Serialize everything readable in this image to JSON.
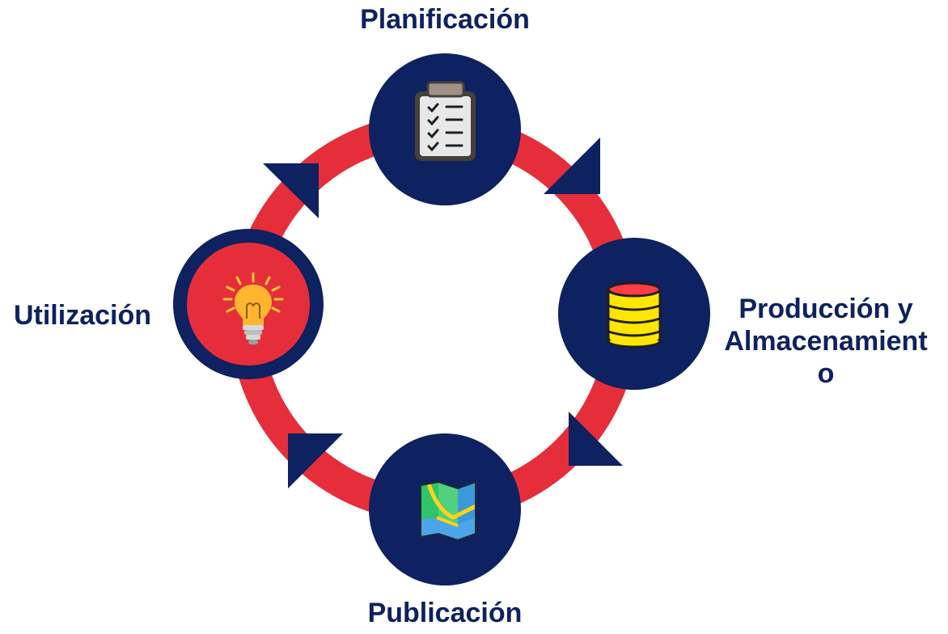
{
  "stages": {
    "planning": {
      "label": "Planificación",
      "icon": "clipboard-checklist-icon"
    },
    "production": {
      "label_line1": "Producción y",
      "label_line2": "Almacenamient",
      "label_line3": "o",
      "icon": "database-icon"
    },
    "publication": {
      "label": "Publicación",
      "icon": "folded-map-icon"
    },
    "utilization": {
      "label": "Utilización",
      "icon": "lightbulb-icon"
    }
  },
  "colors": {
    "ring": "#e62e3b",
    "navy": "#0e2160",
    "highlight_fill": "#e62e3b",
    "background": "#ffffff"
  }
}
